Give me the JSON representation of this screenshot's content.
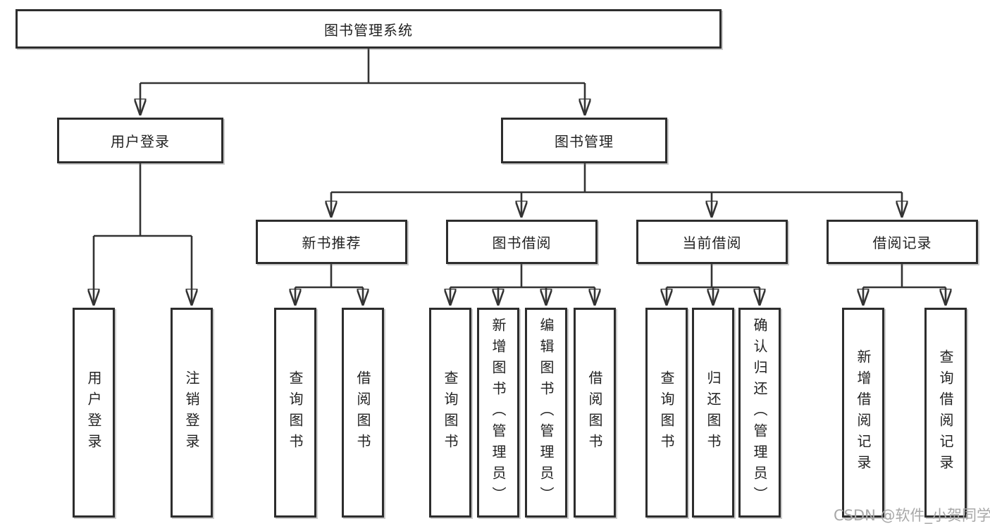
{
  "diagram": {
    "watermark": "CSDN @软件_小贺同学",
    "colors": {
      "line": "#333333",
      "box_border": "#2d2d2d",
      "text": "#222222",
      "watermark": "#a8a8a8",
      "background": "#ffffff"
    },
    "root": {
      "label": "图书管理系统"
    },
    "branches": [
      {
        "label": "用户登录",
        "children": [
          {
            "label": "用户登录"
          },
          {
            "label": "注销登录"
          }
        ]
      },
      {
        "label": "图书管理",
        "children": [
          {
            "label": "新书推荐",
            "children": [
              {
                "label": "查询图书"
              },
              {
                "label": "借阅图书"
              }
            ]
          },
          {
            "label": "图书借阅",
            "children": [
              {
                "label": "查询图书"
              },
              {
                "label": "新增图书（管理员）"
              },
              {
                "label": "编辑图书（管理员）"
              },
              {
                "label": "借阅图书"
              }
            ]
          },
          {
            "label": "当前借阅",
            "children": [
              {
                "label": "查询图书"
              },
              {
                "label": "归还图书"
              },
              {
                "label": "确认归还（管理员）"
              }
            ]
          },
          {
            "label": "借阅记录",
            "children": [
              {
                "label": "新增借阅记录"
              },
              {
                "label": "查询借阅记录"
              }
            ]
          }
        ]
      }
    ]
  }
}
